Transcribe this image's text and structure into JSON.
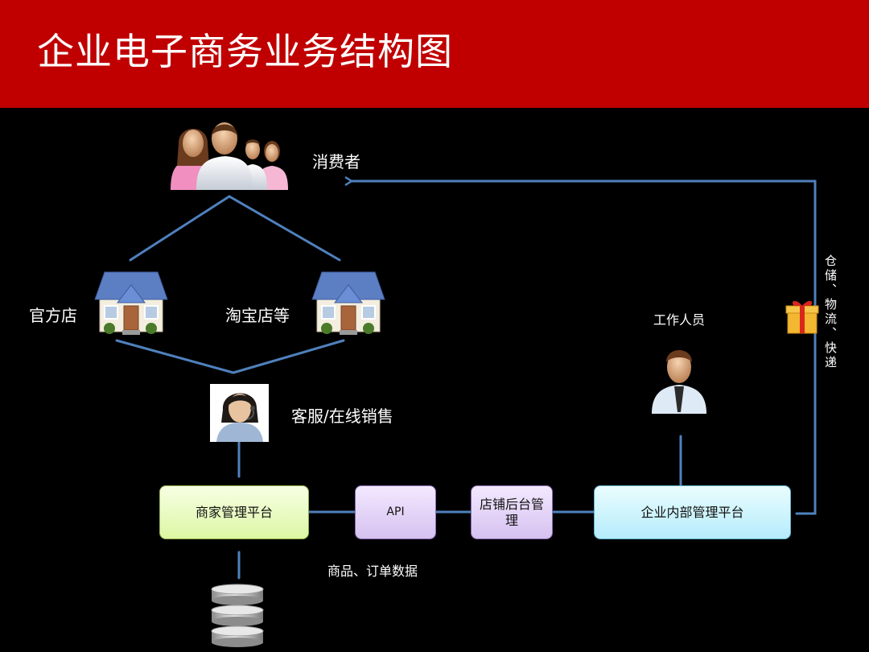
{
  "title": "企业电子商务业务结构图",
  "labels": {
    "consumer": "消费者",
    "official_store": "官方店",
    "taobao_store": "淘宝店等",
    "customer_service": "客服/在线销售",
    "staff": "工作人员",
    "logistics": "仓储、物流、快递",
    "data_flow": "商品、订单数据"
  },
  "boxes": {
    "merchant_platform": "商家管理平台",
    "api": "API",
    "shop_backend": "店铺后台管理",
    "enterprise_platform": "企业内部管理平台"
  },
  "icons": {
    "consumers": "people-group-icon",
    "store_left": "house-icon",
    "store_right": "house-icon",
    "agent": "headset-agent-icon",
    "staff": "staff-person-icon",
    "gift": "gift-box-icon",
    "database": "database-icon"
  },
  "colors": {
    "header": "#c00000",
    "background": "#000000",
    "connector": "#4f81bd"
  }
}
